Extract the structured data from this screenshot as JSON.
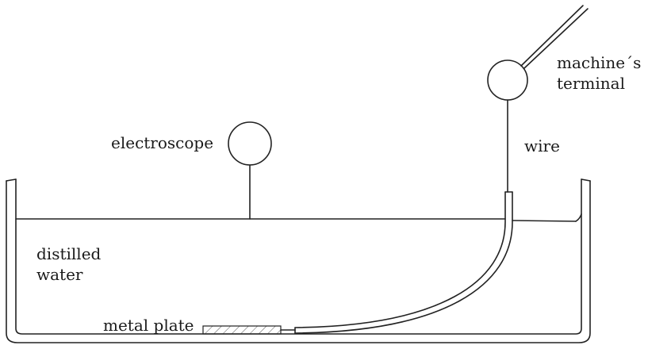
{
  "labels": {
    "electroscope": "electroscope",
    "machine_terminal_line1": "machine´s",
    "machine_terminal_line2": "terminal",
    "wire": "wire",
    "distilled_line1": "distilled",
    "distilled_line2": "water",
    "metal_plate": "metal plate"
  }
}
